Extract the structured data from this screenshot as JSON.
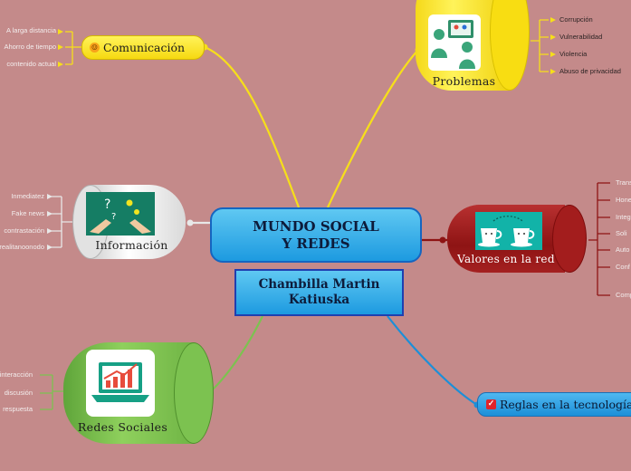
{
  "central": {
    "title": "MUNDO SOCIAL Y REDES"
  },
  "subtitle": {
    "author": "Chambilla Martin Katiuska"
  },
  "topics": {
    "comunicacion": {
      "label": "Comunicación",
      "icon": "smiley-icon",
      "color": "#f6d911",
      "items": [
        "A larga distancia",
        "Ahorro de tiempo",
        "contenido actual"
      ]
    },
    "problemas": {
      "label": "Problemas",
      "icon": "video-call-icon",
      "color": "#f8dd12",
      "items": [
        "Corrupción",
        "Vulnerabilidad",
        "Violencia",
        "Abuso de privacidad"
      ]
    },
    "valores": {
      "label": "Valores en la red",
      "icon": "coffee-cups-icon",
      "color": "#a31d1d",
      "items": [
        "Transp",
        "Hone",
        "Integ",
        "Soli",
        "Auto",
        "Conf",
        "Comp"
      ]
    },
    "informacion": {
      "label": "Información",
      "icon": "question-hands-icon",
      "color": "#e2e2e2",
      "items": [
        "Inmediatez",
        "Fake news",
        "contrastación",
        "realitanoonodo"
      ]
    },
    "redes": {
      "label": "Redes Sociales",
      "icon": "laptop-growth-icon",
      "color": "#7cc250",
      "items": [
        "interacción",
        "discusión",
        "respuesta"
      ]
    },
    "reglas": {
      "label": "Reglas en la tecnología",
      "icon": "checkbox-icon",
      "color": "#1c8fd8",
      "items": []
    }
  }
}
